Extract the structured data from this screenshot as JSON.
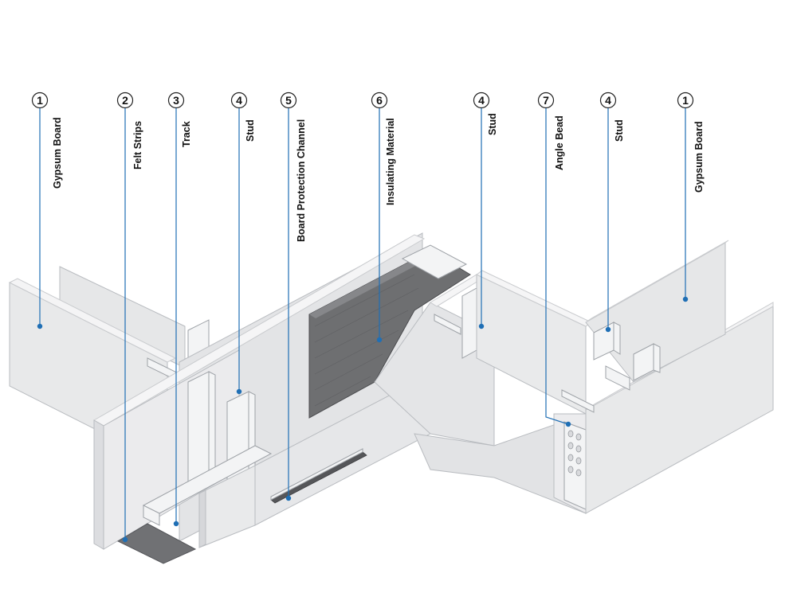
{
  "callouts": [
    {
      "id": "c1a",
      "number": "1",
      "label": "Gypsum Board"
    },
    {
      "id": "c2",
      "number": "2",
      "label": "Felt Strips"
    },
    {
      "id": "c3",
      "number": "3",
      "label": "Track"
    },
    {
      "id": "c4a",
      "number": "4",
      "label": "Stud"
    },
    {
      "id": "c5",
      "number": "5",
      "label": "Board Protection Channel"
    },
    {
      "id": "c6",
      "number": "6",
      "label": "Insulating Material"
    },
    {
      "id": "c4b",
      "number": "4",
      "label": "Stud"
    },
    {
      "id": "c7",
      "number": "7",
      "label": "Angle Bead"
    },
    {
      "id": "c4c",
      "number": "4",
      "label": "Stud"
    },
    {
      "id": "c1b",
      "number": "1",
      "label": "Gypsum Board"
    }
  ],
  "colors": {
    "leader": "#1f6fb5",
    "board_face": "#e8e9ea",
    "board_top": "#f6f6f7",
    "insulation": "#6e6f71",
    "felt": "#707174"
  }
}
